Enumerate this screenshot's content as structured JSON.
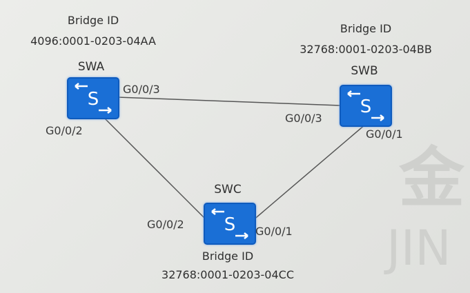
{
  "watermark": {
    "glyph": "金",
    "text": "JIN"
  },
  "switches": [
    {
      "name": "SWA",
      "bridge_label": "Bridge ID",
      "bridge_id": "4096:0001-0203-04AA",
      "icon_letter": "S"
    },
    {
      "name": "SWB",
      "bridge_label": "Bridge ID",
      "bridge_id": "32768:0001-0203-04BB",
      "icon_letter": "S"
    },
    {
      "name": "SWC",
      "bridge_label": "Bridge ID",
      "bridge_id": "32768:0001-0203-04CC",
      "icon_letter": "S"
    }
  ],
  "ports": {
    "swa_to_swb": "G0/0/3",
    "swa_to_swc": "G0/0/2",
    "swb_to_swa": "G0/0/3",
    "swb_to_swc": "G0/0/1",
    "swc_to_swa": "G0/0/2",
    "swc_to_swb": "G0/0/1"
  },
  "colors": {
    "switch": "#1a6fd6",
    "link": "#555555"
  }
}
